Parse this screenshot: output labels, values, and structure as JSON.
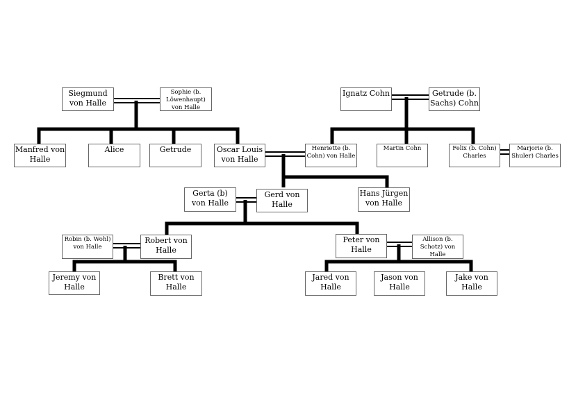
{
  "people": {
    "siegmund": "Siegmund von Halle",
    "sophie": "Sophie (b. Löwenhaupt) von Halle",
    "manfred": "Manfred von Halle",
    "alice": "Alice",
    "getrude": "Getrude",
    "oscar": "Oscar Louis von Halle",
    "ignatz": "Ignatz Cohn",
    "getrude_cohn": "Getrude (b. Sachs) Cohn",
    "henriette": "Henriette (b. Cohn) von Halle",
    "martin": "Martin Cohn",
    "felix": "Felix (b. Cohn) Charles",
    "marjorie": "Marjorie (b. Shuler) Charles",
    "gerta": "Gerta (b) von Halle",
    "gerd": "Gerd von Halle",
    "hans": "Hans Jürgen von Halle",
    "robin": "Robin (b. Wohl) von Halle",
    "robert": "Robert von Halle",
    "peter": "Peter von Halle",
    "allison": "Allison (b. Schotz) von Halle",
    "jeremy": "Jeremy von Halle",
    "brett": "Brett von Halle",
    "jared": "Jared von Halle",
    "jason": "Jason von Halle",
    "jake": "Jake von Halle"
  }
}
